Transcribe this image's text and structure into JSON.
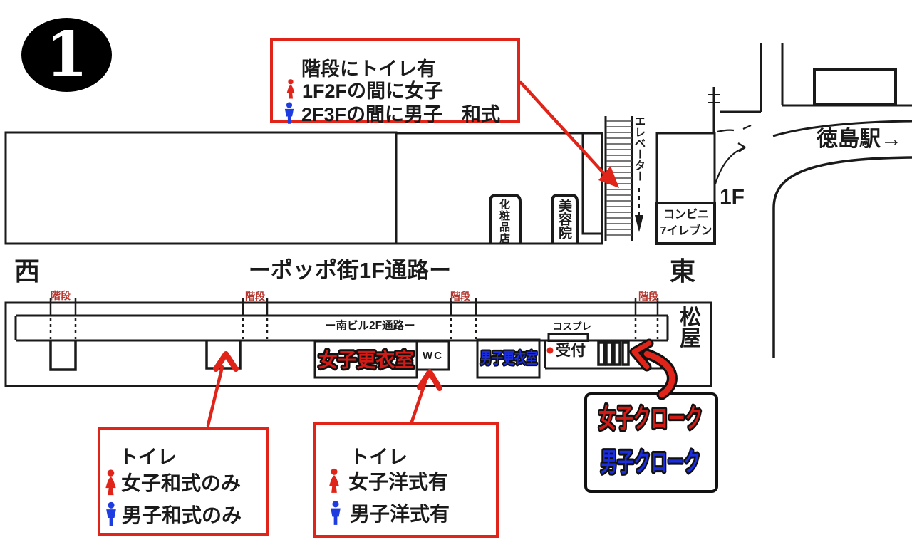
{
  "colors": {
    "line": "#1a1a1a",
    "red": "#e02419",
    "blue": "#1e3ce0",
    "stair_red": "#b5342c",
    "sign_red": "#d01b16",
    "sign_blue": "#1b2de0"
  },
  "badge": {
    "label": "1"
  },
  "stairs_info_box": {
    "title": "階段にトイレ有",
    "female_line": "1F2Fの間に女子",
    "male_line": "2F3Fの間に男子　和式"
  },
  "floor1_map": {
    "west": "西",
    "east": "東",
    "corridor_title": "ーポッポ街1F通路ー",
    "cosmetics_shop": "化粧品店",
    "beauty_salon": "美容院",
    "elevator": "エレベーター",
    "convenience_store_line1": "コンビニ",
    "convenience_store_line2": "7イレブン",
    "floor_label": "1F",
    "station_direction": "徳島駅→"
  },
  "floor2_map": {
    "corridor_title": "ー南ビル2F通路ー",
    "stair_label": "階段",
    "womens_changing_room": "女子更衣室",
    "wc": "WC",
    "mens_changing_room": "男子更衣室",
    "cosplay": "コスプレ",
    "reception": "受付",
    "matsuya": "松屋"
  },
  "toilet_box_west": {
    "title": "トイレ",
    "female_line": "女子和式のみ",
    "male_line": "男子和式のみ"
  },
  "toilet_box_center": {
    "title": "トイレ",
    "female_line": "女子洋式有",
    "male_line": "男子洋式有"
  },
  "cloak_box": {
    "female": "女子クローク",
    "male": "男子クローク"
  }
}
